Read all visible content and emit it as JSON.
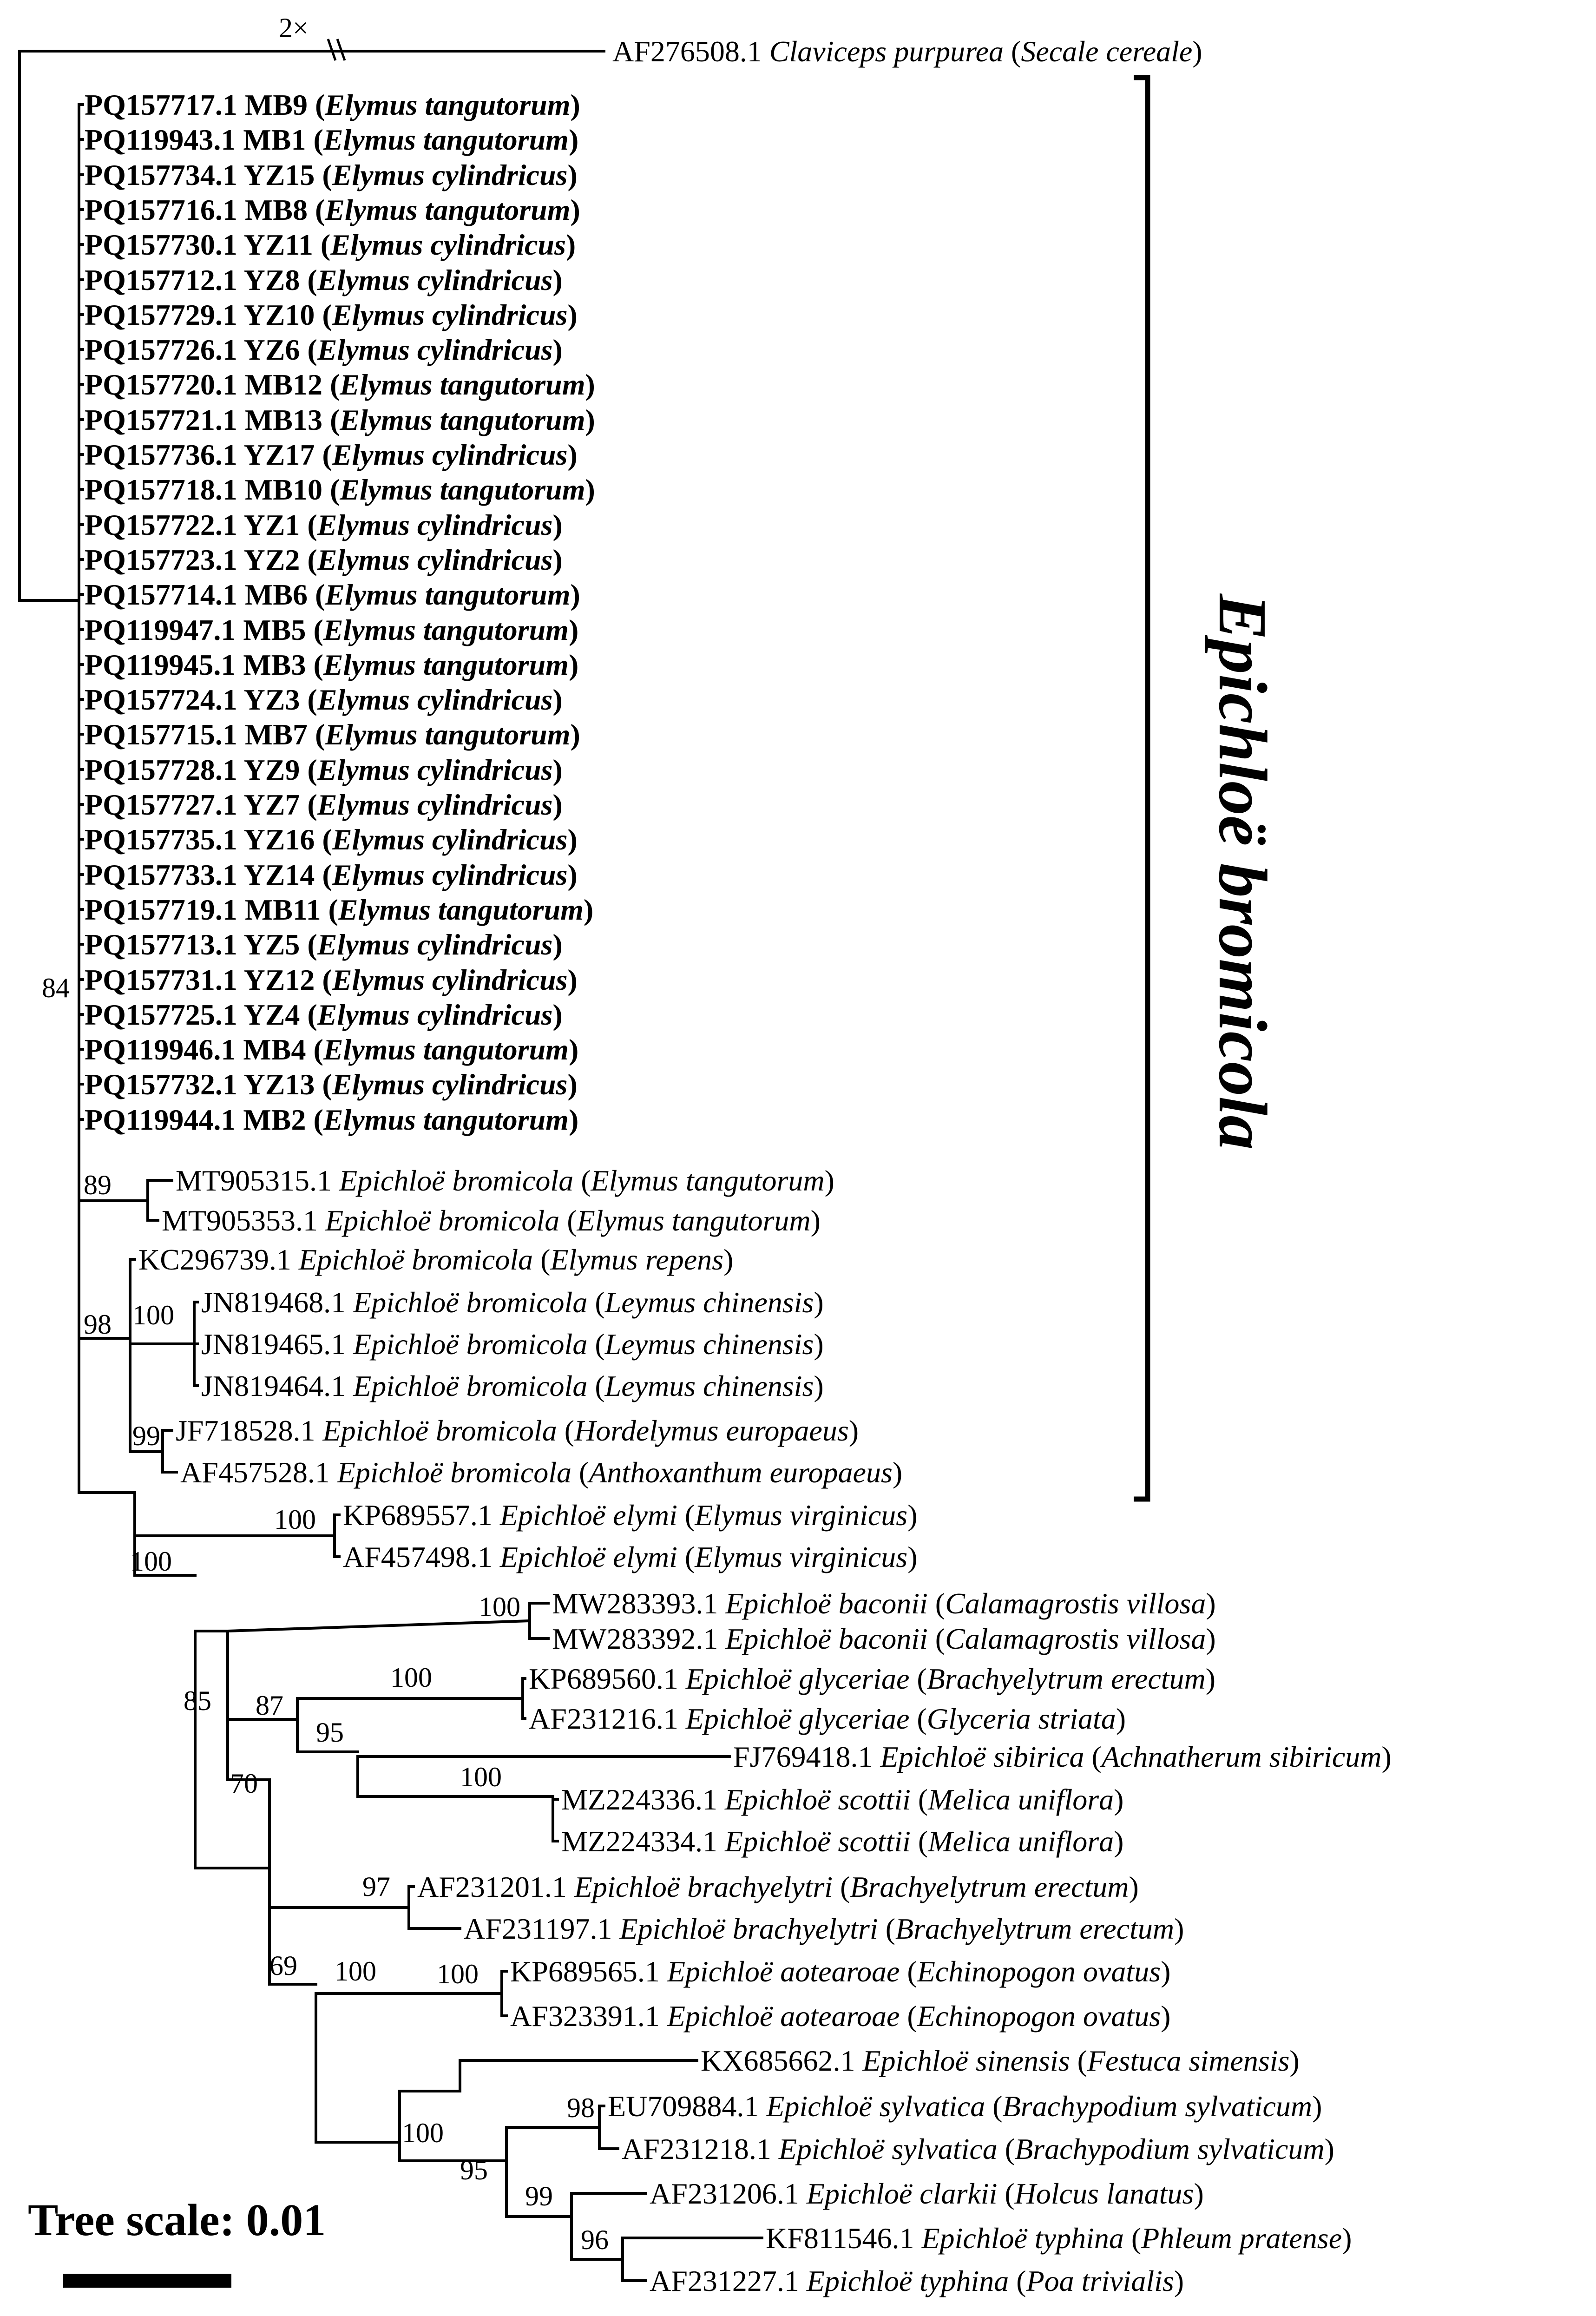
{
  "outgroup": {
    "accession": "AF276508.1",
    "species": "Claviceps purpurea",
    "host": "Secale cereale",
    "break_label": "2×"
  },
  "clade_label": "Epichloë bromicola",
  "scale": {
    "label": "Tree scale: 0.01",
    "value": 0.01
  },
  "supports": {
    "root": "84",
    "mt": "89",
    "bromicola_main": "98",
    "leymus": "100",
    "hordelymus": "99",
    "elymi": "100",
    "elymi_outer": "100",
    "baconii": "100",
    "n85": "85",
    "n87": "87",
    "glyceriae": "100",
    "n95_sib": "95",
    "scottii": "100",
    "n70": "70",
    "brachyelytri": "97",
    "n69": "69",
    "aotearoae": "100",
    "n100_outer": "100",
    "n100_low": "100",
    "sylv_group": "95",
    "sylvatica": "98",
    "clarkii_group": "99",
    "typhina": "96"
  },
  "collected": [
    {
      "accession": "PQ157717.1",
      "sample": "MB9",
      "host": "Elymus tangutorum"
    },
    {
      "accession": "PQ119943.1",
      "sample": "MB1",
      "host": "Elymus tangutorum"
    },
    {
      "accession": "PQ157734.1",
      "sample": "YZ15",
      "host": "Elymus cylindricus"
    },
    {
      "accession": "PQ157716.1",
      "sample": "MB8",
      "host": "Elymus tangutorum"
    },
    {
      "accession": "PQ157730.1",
      "sample": "YZ11",
      "host": "Elymus cylindricus"
    },
    {
      "accession": "PQ157712.1",
      "sample": "YZ8",
      "host": "Elymus cylindricus"
    },
    {
      "accession": "PQ157729.1",
      "sample": "YZ10",
      "host": "Elymus cylindricus"
    },
    {
      "accession": "PQ157726.1",
      "sample": "YZ6",
      "host": "Elymus cylindricus"
    },
    {
      "accession": "PQ157720.1",
      "sample": "MB12",
      "host": "Elymus tangutorum"
    },
    {
      "accession": "PQ157721.1",
      "sample": "MB13",
      "host": "Elymus tangutorum"
    },
    {
      "accession": "PQ157736.1",
      "sample": "YZ17",
      "host": "Elymus cylindricus"
    },
    {
      "accession": "PQ157718.1",
      "sample": "MB10",
      "host": "Elymus tangutorum"
    },
    {
      "accession": "PQ157722.1",
      "sample": "YZ1",
      "host": "Elymus cylindricus"
    },
    {
      "accession": "PQ157723.1",
      "sample": "YZ2",
      "host": "Elymus cylindricus"
    },
    {
      "accession": "PQ157714.1",
      "sample": "MB6",
      "host": "Elymus tangutorum"
    },
    {
      "accession": "PQ119947.1",
      "sample": "MB5",
      "host": "Elymus tangutorum"
    },
    {
      "accession": "PQ119945.1",
      "sample": "MB3",
      "host": "Elymus tangutorum"
    },
    {
      "accession": "PQ157724.1",
      "sample": "YZ3",
      "host": "Elymus cylindricus"
    },
    {
      "accession": "PQ157715.1",
      "sample": "MB7",
      "host": "Elymus tangutorum"
    },
    {
      "accession": "PQ157728.1",
      "sample": "YZ9",
      "host": "Elymus cylindricus"
    },
    {
      "accession": "PQ157727.1",
      "sample": "YZ7",
      "host": "Elymus cylindricus"
    },
    {
      "accession": "PQ157735.1",
      "sample": "YZ16",
      "host": "Elymus cylindricus"
    },
    {
      "accession": "PQ157733.1",
      "sample": "YZ14",
      "host": "Elymus cylindricus"
    },
    {
      "accession": "PQ157719.1",
      "sample": "MB11",
      "host": "Elymus tangutorum"
    },
    {
      "accession": "PQ157713.1",
      "sample": "YZ5",
      "host": "Elymus cylindricus"
    },
    {
      "accession": "PQ157731.1",
      "sample": "YZ12",
      "host": "Elymus cylindricus"
    },
    {
      "accession": "PQ157725.1",
      "sample": "YZ4",
      "host": "Elymus cylindricus"
    },
    {
      "accession": "PQ119946.1",
      "sample": "MB4",
      "host": "Elymus tangutorum"
    },
    {
      "accession": "PQ157732.1",
      "sample": "YZ13",
      "host": "Elymus cylindricus"
    },
    {
      "accession": "PQ119944.1",
      "sample": "MB2",
      "host": "Elymus tangutorum"
    }
  ],
  "references": [
    {
      "id": "mt1",
      "accession": "MT905315.1",
      "species": "Epichloë  bromicola",
      "host": "Elymus tangutorum"
    },
    {
      "id": "mt2",
      "accession": "MT905353.1",
      "species": "Epichloë  bromicola",
      "host": "Elymus tangutorum"
    },
    {
      "id": "kc",
      "accession": "KC296739.1",
      "species": "Epichloë  bromicola",
      "host": "Elymus repens"
    },
    {
      "id": "jn1",
      "accession": "JN819468.1",
      "species": "Epichloë  bromicola",
      "host": "Leymus chinensis"
    },
    {
      "id": "jn2",
      "accession": "JN819465.1",
      "species": "Epichloë  bromicola",
      "host": "Leymus chinensis"
    },
    {
      "id": "jn3",
      "accession": "JN819464.1",
      "species": "Epichloë  bromicola",
      "host": "Leymus chinensis"
    },
    {
      "id": "jf",
      "accession": "JF718528.1",
      "species": "Epichloë  bromicola",
      "host": "Hordelymus europaeus"
    },
    {
      "id": "af4575",
      "accession": "AF457528.1",
      "species": "Epichloë  bromicola",
      "host": "Anthoxanthum europaeus"
    },
    {
      "id": "el1",
      "accession": "KP689557.1",
      "species": "Epichloë elymi",
      "host": "Elymus virginicus"
    },
    {
      "id": "el2",
      "accession": "AF457498.1",
      "species": "Epichloë elymi",
      "host": "Elymus virginicus"
    },
    {
      "id": "ba1",
      "accession": "MW283393.1",
      "species": "Epichloë baconii",
      "host": "Calamagrostis villosa"
    },
    {
      "id": "ba2",
      "accession": "MW283392.1",
      "species": "Epichloë baconii",
      "host": "Calamagrostis villosa"
    },
    {
      "id": "gl1",
      "accession": "KP689560.1",
      "species": "Epichloë glyceriae",
      "host": "Brachyelytrum erectum"
    },
    {
      "id": "gl2",
      "accession": "AF231216.1",
      "species": "Epichloë glyceriae",
      "host": "Glyceria striata"
    },
    {
      "id": "sib",
      "accession": "FJ769418.1",
      "species": "Epichloë sibirica",
      "host": "Achnatherum sibiricum"
    },
    {
      "id": "sc1",
      "accession": "MZ224336.1",
      "species": "Epichloë scottii",
      "host": "Melica uniflora"
    },
    {
      "id": "sc2",
      "accession": "MZ224334.1",
      "species": "Epichloë scottii",
      "host": "Melica uniflora"
    },
    {
      "id": "br1",
      "accession": "AF231201.1",
      "species": "Epichloë brachyelytri",
      "host": "Brachyelytrum erectum"
    },
    {
      "id": "br2",
      "accession": "AF231197.1",
      "species": "Epichloë brachyelytri",
      "host": "Brachyelytrum erectum"
    },
    {
      "id": "ao1",
      "accession": "KP689565.1",
      "species": "Epichloë aotearoae",
      "host": "Echinopogon ovatus"
    },
    {
      "id": "ao2",
      "accession": "AF323391.1",
      "species": "Epichloë aotearoae",
      "host": "Echinopogon ovatus"
    },
    {
      "id": "sin",
      "accession": "KX685662.1",
      "species": "Epichloë sinensis",
      "host": "Festuca simensis"
    },
    {
      "id": "sy1",
      "accession": "EU709884.1",
      "species": "Epichloë sylvatica",
      "host": "Brachypodium sylvaticum"
    },
    {
      "id": "sy2",
      "accession": "AF231218.1",
      "species": "Epichloë sylvatica",
      "host": "Brachypodium sylvaticum"
    },
    {
      "id": "cla",
      "accession": "AF231206.1",
      "species": "Epichloë clarkii",
      "host": "Holcus lanatus"
    },
    {
      "id": "ty1",
      "accession": "KF811546.1",
      "species": "Epichloë typhina",
      "host": "Phleum pratense"
    },
    {
      "id": "ty2",
      "accession": "AF231227.1",
      "species": "Epichloë typhina",
      "host": "Poa trivialis"
    }
  ]
}
